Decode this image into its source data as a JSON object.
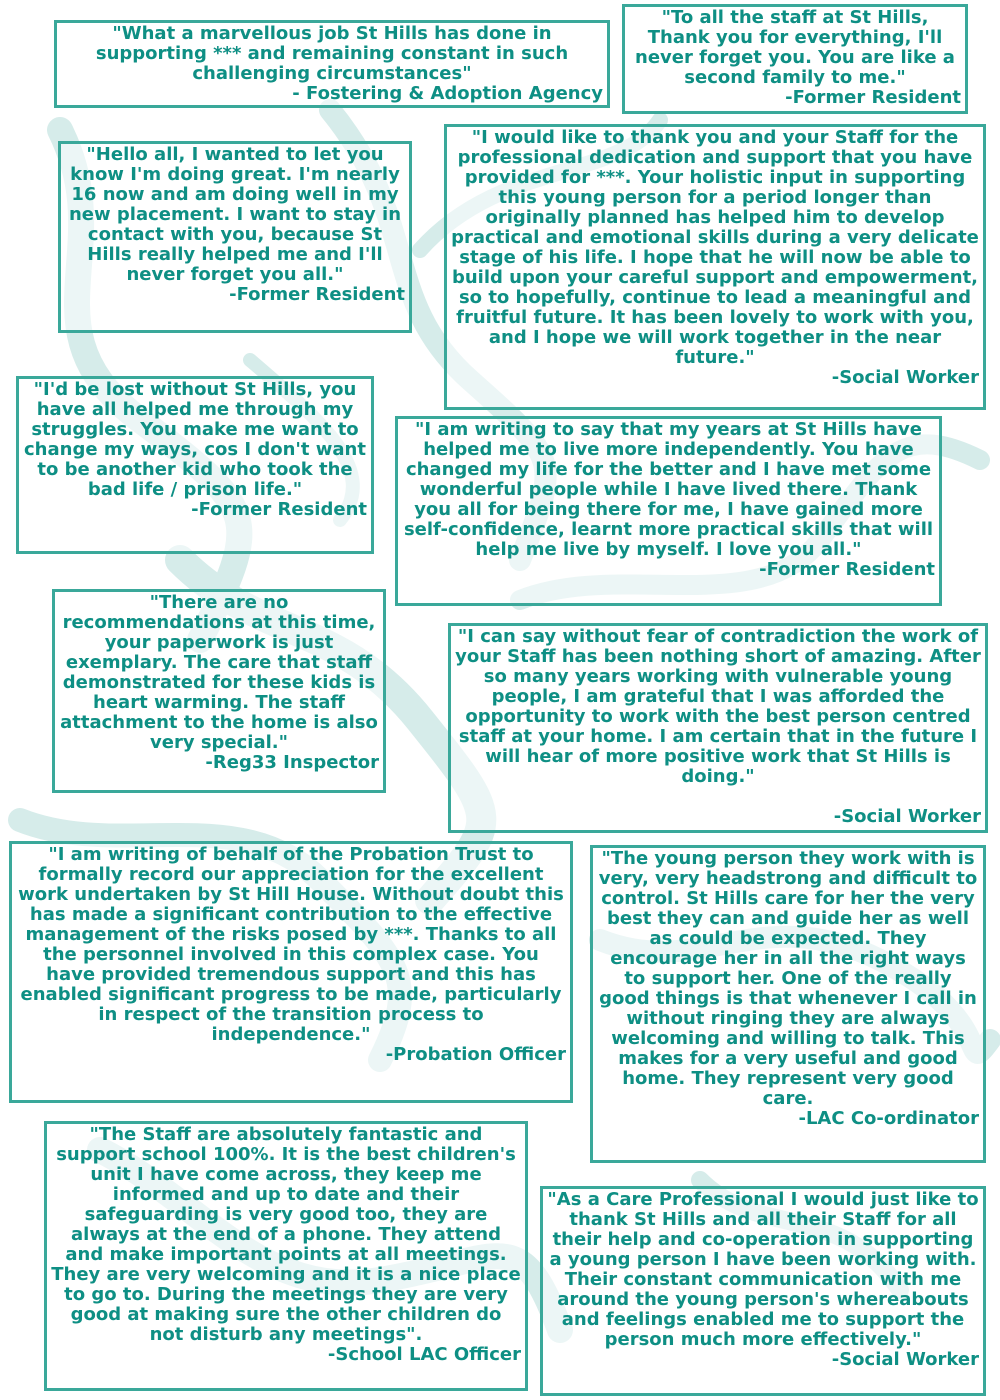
{
  "colors": {
    "text": "#0e8f84",
    "border": "#3aa89a",
    "background_swirl": "#cfe9e5"
  },
  "testimonials": [
    {
      "quote": "\"What a marvellous job St Hills has done in supporting *** and remaining constant in such challenging circumstances\"",
      "source": "- Fostering & Adoption Agency"
    },
    {
      "quote": "\"To all the staff at St Hills, Thank you for everything, I'll never forget you.  You are like a second family to me.\"",
      "source": "-Former Resident"
    },
    {
      "quote": "\"Hello all, I wanted to let you know I'm doing great.  I'm nearly 16 now and am doing well in my new placement.  I want to stay in contact with you, because St Hills really helped me and I'll never forget you all.\"",
      "source": "-Former Resident"
    },
    {
      "quote": "\"I would like to thank you and your Staff for the professional dedication and support that you have provided for ***.  Your holistic input in supporting this young person for a period longer than originally planned has helped him to develop practical and emotional skills during a very delicate stage of his life.  I hope that he will now be able to build upon your careful support and empowerment, so to hopefully, continue to lead a meaningful and fruitful future.  It has been lovely to work with you, and I hope we will work together in the near future.\"",
      "source": "-Social Worker"
    },
    {
      "quote": "\"I'd be lost without St Hills, you have all helped me through my struggles.  You make me want to change my ways, cos I don't want to be another kid who took the bad life / prison life.\"",
      "source": "-Former Resident"
    },
    {
      "quote": "\"I am writing to say that my years at St Hills have helped me to live more independently.  You have changed my life for the better and I have met some wonderful people while I have lived there. Thank you all for being there for me, I have gained more self-confidence, learnt more practical skills that will help me live by myself.  I love you all.\"",
      "source": "-Former Resident"
    },
    {
      "quote": "\"There are no recommendations at this time, your paperwork is just exemplary.  The care that staff demonstrated for these kids is heart warming.  The staff attachment to the home is also very special.\"",
      "source": "-Reg33 Inspector"
    },
    {
      "quote": "\"I can say without fear of contradiction the work of your Staff has been nothing short of amazing.  After so many years working with vulnerable young people, I am grateful that I was afforded the opportunity to work with the best person centred staff at your home.  I am certain that in the future I will hear of more positive work that St Hills is doing.\"",
      "source": "-Social Worker"
    },
    {
      "quote": "\"I am writing of behalf of the Probation Trust to formally record our appreciation for the excellent work undertaken by St Hill House.  Without doubt this has made a significant contribution to the effective management of the risks posed by ***.  Thanks to all the personnel involved in this complex case.  You have provided tremendous support and this has enabled significant progress to be made, particularly in respect of the transition process to independence.\"",
      "source": "-Probation Officer"
    },
    {
      "quote": "\"The young person they work with is very, very headstrong and difficult to control. St Hills care for her the very best they can and guide her as well as could be expected. They encourage her in all the right ways to support her. One of the really good things is that whenever I call in without ringing they are always welcoming and willing to talk. This makes for a very useful and good home. They represent very good care.",
      "source": "-LAC Co-ordinator"
    },
    {
      "quote": "\"The Staff are absolutely fantastic and support school 100%. It is the best children's unit I have come across, they keep me informed and up to date and their safeguarding is very good too, they are always at the end of a phone. They attend and make important points at all meetings. They are very welcoming and it is a nice place to go to. During the meetings they are very good at making sure the other children do not disturb any meetings\".",
      "source": "-School LAC Officer"
    },
    {
      "quote": "\"As a Care Professional I would just like to thank St Hills and all their Staff for all their help and co-operation in supporting a young person I have been working with.  Their constant communication with me around the young person's whereabouts and feelings enabled me to support the person much more effectively.\"",
      "source": "-Social Worker"
    }
  ]
}
